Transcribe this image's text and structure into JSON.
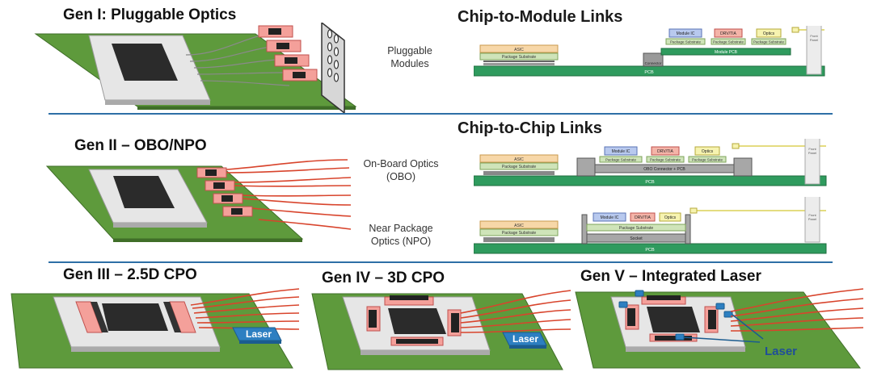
{
  "gen1": {
    "title": "Gen I: Pluggable Optics"
  },
  "gen2": {
    "title": "Gen II – OBO/NPO"
  },
  "gen3": {
    "title": "Gen III – 2.5D CPO",
    "laser_label": "Laser"
  },
  "gen4": {
    "title": "Gen IV – 3D CPO",
    "laser_label": "Laser"
  },
  "gen5": {
    "title": "Gen V – Integrated Laser",
    "laser_label": "Laser"
  },
  "chip_to_module": {
    "title": "Chip-to-Module Links",
    "row_label_1": "Pluggable",
    "row_label_2": "Modules"
  },
  "chip_to_chip": {
    "title": "Chip-to-Chip Links",
    "obo_label_1": "On-Board Optics",
    "obo_label_2": "(OBO)",
    "npo_label_1": "Near Package",
    "npo_label_2": "Optics (NPO)"
  },
  "cross_section": {
    "asic": "ASIC",
    "package_substrate": "Package Substrate",
    "pcb": "PCB",
    "connector": "Connector",
    "module_pcb": "Module PCB",
    "module_ic": "Module IC",
    "drv_tia": "DRV/TIA",
    "optics": "Optics",
    "front_panel_1": "Front",
    "front_panel_2": "Panel",
    "obo_connector_pcb": "OBO Connector + PCB",
    "socket": "Socket"
  },
  "colors": {
    "board_green": "#5e9a3c",
    "chip_dark": "#2b2b2b",
    "optic_pink": "#f4a09a",
    "laser_blue": "#2d7fc1",
    "fiber_red": "#d8442c",
    "divider_blue": "#2e6fa6",
    "pcb_green": "#2f9b5e"
  }
}
